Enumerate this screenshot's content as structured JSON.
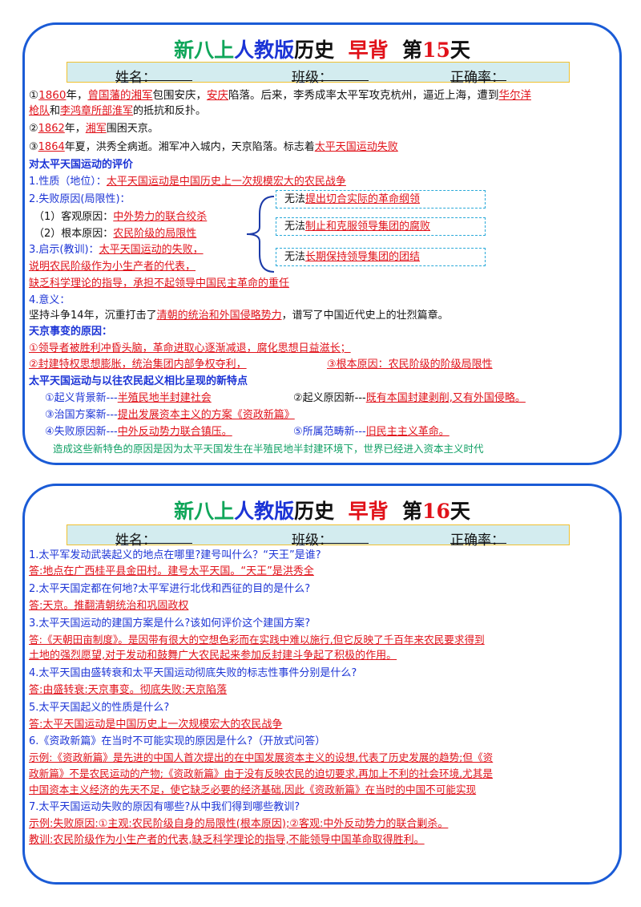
{
  "day15": {
    "title": {
      "p1": "新八上",
      "p2": "人教版",
      "p3": "历史",
      "p4": "早背",
      "p5": "第",
      "p6": "15",
      "p7": "天"
    },
    "info": {
      "name": "姓名：",
      "cls": "班级：",
      "acc": "正确率："
    },
    "l1": {
      "a": "①",
      "b": "1860",
      "c": "年，",
      "d": "曾国藩的湘军",
      "e": "包围安庆，",
      "f": "安庆",
      "g": "陷落。后来，李秀成率太平军攻克杭州，逼近上海，遭到",
      "h": "华尔洋"
    },
    "l2": {
      "a": "枪队",
      "b": "和",
      "c": "李鸿章所部淮军",
      "d": "的抵抗和反扑。"
    },
    "l3": {
      "a": "②",
      "b": "1862",
      "c": "年，",
      "d": "湘军",
      "e": "围困天京。"
    },
    "l4": {
      "a": "③",
      "b": "1864",
      "c": "年夏，洪秀全病逝。湘军冲入城内，天京陷落。标志着",
      "d": "太平天国运动失败"
    },
    "l5": "对太平天国运动的评价",
    "l6": {
      "a": "1.性质（地位）：",
      "b": "太平天国运动是中国历史上一次规模宏大的农民战争"
    },
    "l7": "2.失败原因(局限性)：",
    "l8": {
      "a": "（1）客观原因：",
      "b": "中外势力的联合绞杀"
    },
    "l9": {
      "a": "（2）根本原因：",
      "b": "农民阶级的局限性"
    },
    "l10": {
      "a": "3.启示(教训)：",
      "b": "太平天国运动的失败，"
    },
    "l11": "说明农民阶级作为小生产者的代表，",
    "l12": "缺乏科学理论的指导，承担不起领导中国民主革命的重任",
    "boxes": [
      {
        "a": "无法",
        "b": "提出切合实际的革命纲领"
      },
      {
        "a": "无法",
        "b": "制止和克服领导集团的腐败"
      },
      {
        "a": "无法",
        "b": "长期保持领导集团的团结"
      }
    ],
    "l13": "4.意义：",
    "l14": {
      "a": "坚持斗争",
      "b": "14",
      "c": "年，沉重打击了",
      "d": "清朝的统治和外国侵略势力",
      "e": "，谱写了中国近代史上的壮烈篇章。"
    },
    "l15": "天京事变的原因：",
    "l16": "①领导者被胜利冲昏头脑，革命进取心逐渐减退，腐化思想日益滋长；",
    "l17a": "②封建特权思想膨胀，统治集团内部争权夺利，",
    "l17b": "③根本原因：农民阶级的阶级局限性",
    "l18": "太平天国运动与以往农民起义相比呈现的新特点",
    "l19a": {
      "a": "①起义背景新---",
      "b": "半殖民地半封建社会"
    },
    "l19b": {
      "a": "②起义原因新---",
      "b": "既有本国封建剥削,又有外国侵略。"
    },
    "l20": {
      "a": "③治国方案新---",
      "b": "提出发展资本主义的方案《资政新篇》"
    },
    "l21a": {
      "a": "④失败原因新---",
      "b": "中外反动势力联合镇压。"
    },
    "l21b": {
      "a": "⑤所属范畴新---",
      "b": "旧民主主义革命。"
    },
    "l22": "造成这些新特色的原因是因为太平天国发生在半殖民地半封建环境下，世界已经进入资本主义时代"
  },
  "day16": {
    "title": {
      "p1": "新八上",
      "p2": "人教版",
      "p3": "历史",
      "p4": "早背",
      "p5": "第",
      "p6": "16",
      "p7": "天"
    },
    "info": {
      "name": "姓名：",
      "cls": "班级：",
      "acc": "正确率："
    },
    "q1": "1.太平军发动武装起义的地点在哪里?建号叫什么？“天王”是谁?",
    "a1": "答:地点在广西桂平县金田村。建号太平天国。“天王”是洪秀全",
    "q2": "2.太平天国定都在何地?太平军进行北伐和西征的目的是什么?",
    "a2": "答:天京。推翻清朝统治和巩固政权",
    "q3": "3.太平天国运动的建国方案是什么?该如何评价这个建国方案?",
    "a3a": "答:《天朝田亩制度》。是因带有很大的空想色彩而在实践中难以施行,但它反映了千百年来农民要求得到",
    "a3b": "土地的强烈愿望,对于发动和鼓舞广大农民起来参加反封建斗争起了积极的作用。",
    "q4": "4.太平天国由盛转衰和太平天国运动彻底失败的标志性事件分别是什么?",
    "a4": "答:由盛转衰:天京事变。彻底失败:天京陷落",
    "q5": "5.太平天国起义的性质是什么?",
    "a5": "答:太平天国运动是中国历史上一次规模宏大的农民战争",
    "q6": "6.《资政新篇》在当时不可能实现的原因是什么?（开放式问答）",
    "a6a": "示例:《资政新篇》是先进的中国人首次提出的在中国发展资本主义的设想,代表了历史发展的趋势;但《资",
    "a6b": "政新篇》不是农民运动的产物;《资政新篇》由于没有反映农民的迫切要求,再加上不利的社会环境,尤其是",
    "a6c": "中国资本主义经济的先天不足，使它缺乏必要的经济基础,因此《资政新篇》在当时的中国不可能实现",
    "q7": "7.太平天国运动失败的原因有哪些?从中我们得到哪些教训?",
    "a7a": "示例:失败原因:①主观:农民阶级自身的局限性(根本原因);②客观:中外反动势力的联合剿杀。",
    "a7b": "教训:农民阶级作为小生产者的代表,缺乏科学理论的指导,不能领导中国革命取得胜利。"
  }
}
